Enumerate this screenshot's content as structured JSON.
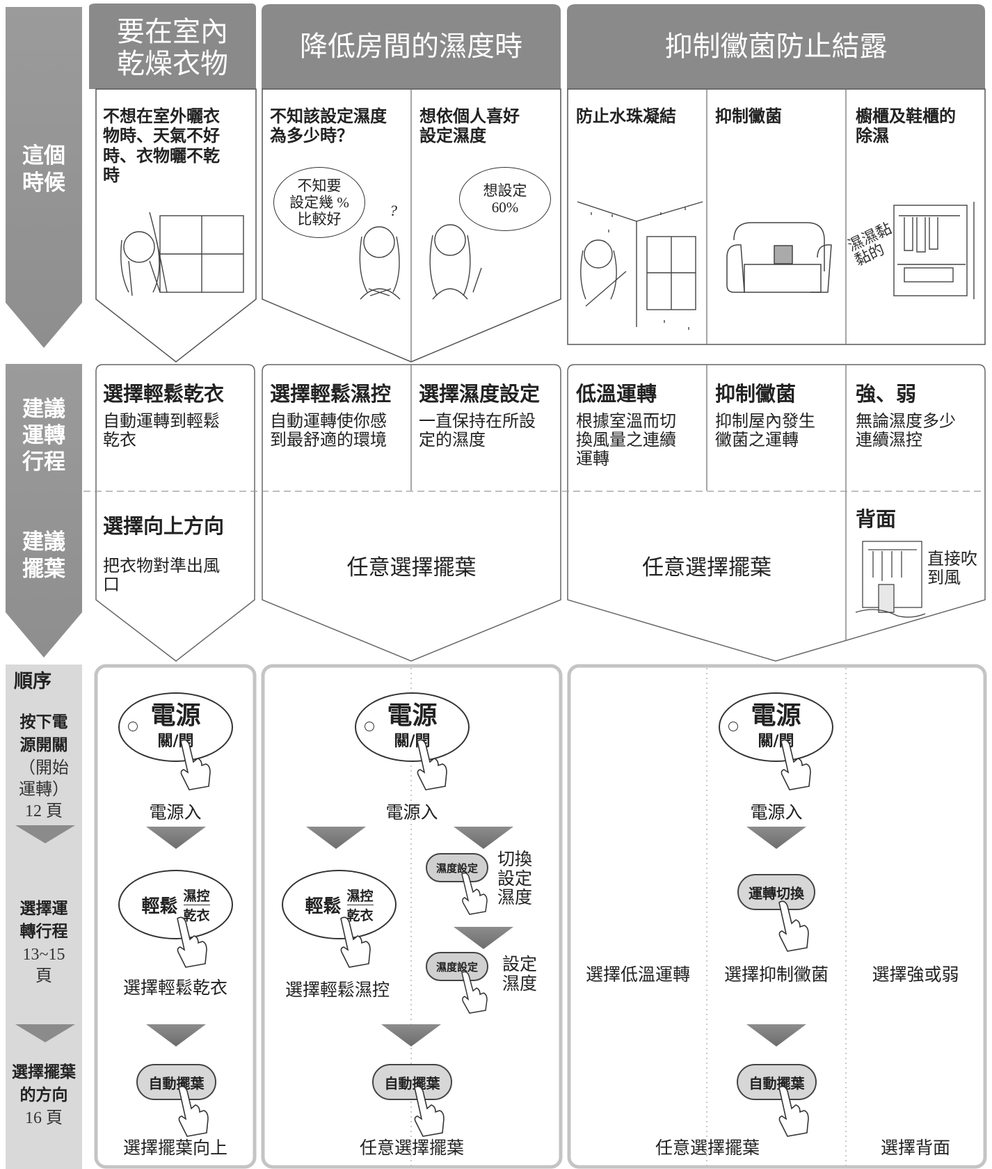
{
  "headers": {
    "col1": "要在室內\n乾燥衣物",
    "col2": "降低房間的濕度時",
    "col3": "抑制黴菌防止結露"
  },
  "side": {
    "this_time": "這個\n時候",
    "suggest_course": "建議\n運轉\n行程",
    "suggest_louver": "建議\n擺葉",
    "order_title": "順序",
    "step1": "按下電\n源開關",
    "step1_sub": "（開始\n運轉）\n12 頁",
    "step2": "選擇運\n轉行程",
    "step2_sub": "13~15\n頁",
    "step3": "選擇擺葉\n的方向",
    "step3_sub": "16 頁"
  },
  "situations": [
    "不想在室外曬衣\n物時、天氣不好\n時、衣物曬不乾\n時",
    "不知該設定濕度\n為多少時？",
    "想依個人喜好\n設定濕度",
    "防止水珠凝結",
    "抑制黴菌",
    "櫥櫃及鞋櫃的\n除濕"
  ],
  "bubbles": {
    "b1": "不知要\n設定幾 %\n比較好",
    "q": "?",
    "b2": "想設定\n60%",
    "wet": "濕濕黏\n黏的"
  },
  "programs": [
    {
      "title": "選擇輕鬆乾衣",
      "desc": "自動運轉到輕鬆\n乾衣"
    },
    {
      "title": "選擇輕鬆濕控",
      "desc": "自動運轉使你感\n到最舒適的環境"
    },
    {
      "title": "選擇濕度設定",
      "desc": "一直保持在所設\n定的濕度"
    },
    {
      "title": "低溫運轉",
      "desc": "根據室溫而切\n換風量之連續\n運轉"
    },
    {
      "title": "抑制黴菌",
      "desc": "抑制屋內發生\n黴菌之運轉"
    },
    {
      "title": "強、弱",
      "desc": "無論濕度多少\n連續濕控"
    }
  ],
  "louver": {
    "c1_title": "選擇向上方向",
    "c1_desc": "把衣物對準出風\n口",
    "any": "任意選擇擺葉",
    "back_title": "背面",
    "back_desc": "直接吹\n到風"
  },
  "buttons": {
    "power_main": "電源",
    "power_sub": "關/開",
    "easy": "輕鬆",
    "humid": "濕控",
    "dry": "乾衣",
    "humid_set": "濕度設定",
    "mode_switch": "運轉切換",
    "auto_louver": "自動擺葉"
  },
  "captions": {
    "power_on": "電源入",
    "sel_easy_dry": "選擇輕鬆乾衣",
    "sel_easy_humid": "選擇輕鬆濕控",
    "switch_set": "切換\n設定\n濕度",
    "set_humid": "設定\n濕度",
    "sel_low": "選擇低溫運轉",
    "sel_mold": "選擇抑制黴菌",
    "sel_strong": "選擇強或弱",
    "louver_up": "選擇擺葉向上",
    "louver_any": "任意選擇擺葉",
    "louver_back": "選擇背面"
  },
  "colors": {
    "header_gray": "#8a8a8a",
    "side_gray": "#a0a0a0",
    "side_light": "#d9d9d9",
    "arrow_gray": "#7a7a7a"
  }
}
